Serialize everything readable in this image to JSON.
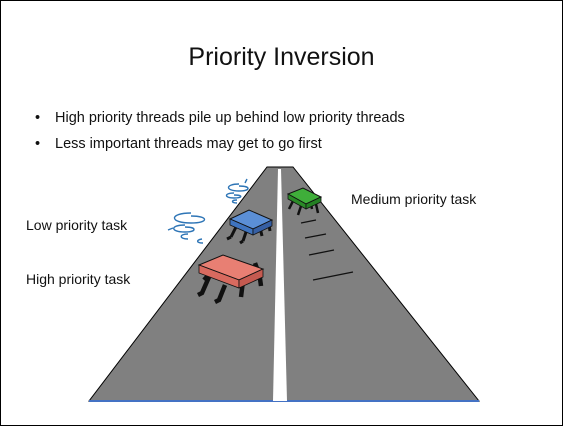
{
  "slide": {
    "title": "Priority Inversion",
    "bullets": [
      "High priority threads pile up behind low priority threads",
      "Less important threads may get to go first"
    ]
  },
  "labels": {
    "low_priority": "Low priority task",
    "high_priority": "High priority task",
    "medium_priority": "Medium priority task"
  },
  "colors": {
    "road": "#808080",
    "road_edge": "#4472c4",
    "center_line": "#ffffff",
    "low_task": "#5b8fd6",
    "high_task": "#e87f73",
    "medium_task": "#3fae3a",
    "wind": "#2e75b6",
    "legs": "#111111"
  },
  "icons": {
    "bullet": "•"
  }
}
